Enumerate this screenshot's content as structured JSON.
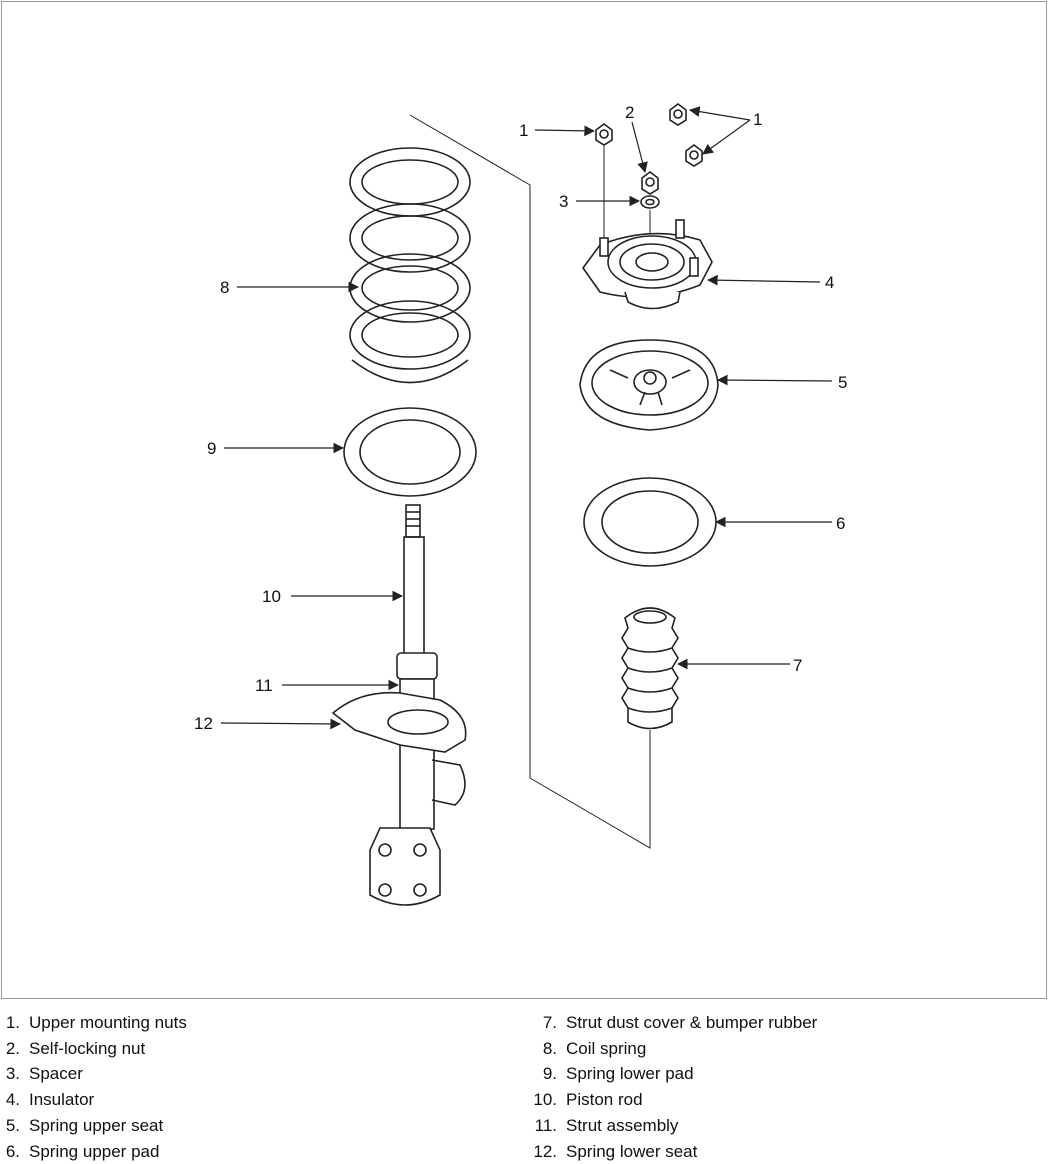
{
  "callouts": {
    "c1a": "1",
    "c1b": "1",
    "c2": "2",
    "c3": "3",
    "c4": "4",
    "c5": "5",
    "c6": "6",
    "c7": "7",
    "c8": "8",
    "c9": "9",
    "c10": "10",
    "c11": "11",
    "c12": "12"
  },
  "legend_left": [
    {
      "num": "1.",
      "text": "Upper mounting nuts"
    },
    {
      "num": "2.",
      "text": "Self-locking nut"
    },
    {
      "num": "3.",
      "text": "Spacer"
    },
    {
      "num": "4.",
      "text": "Insulator"
    },
    {
      "num": "5.",
      "text": "Spring upper seat"
    },
    {
      "num": "6.",
      "text": "Spring upper pad"
    }
  ],
  "legend_right": [
    {
      "num": "7.",
      "text": "Strut dust cover & bumper rubber"
    },
    {
      "num": "8.",
      "text": "Coil spring"
    },
    {
      "num": "9.",
      "text": "Spring lower pad"
    },
    {
      "num": "10.",
      "text": "Piston rod"
    },
    {
      "num": "11.",
      "text": "Strut assembly"
    },
    {
      "num": "12.",
      "text": "Spring lower seat"
    }
  ],
  "colors": {
    "line": "#222222",
    "frame": "#9a9a9a",
    "fill": "#ffffff"
  }
}
